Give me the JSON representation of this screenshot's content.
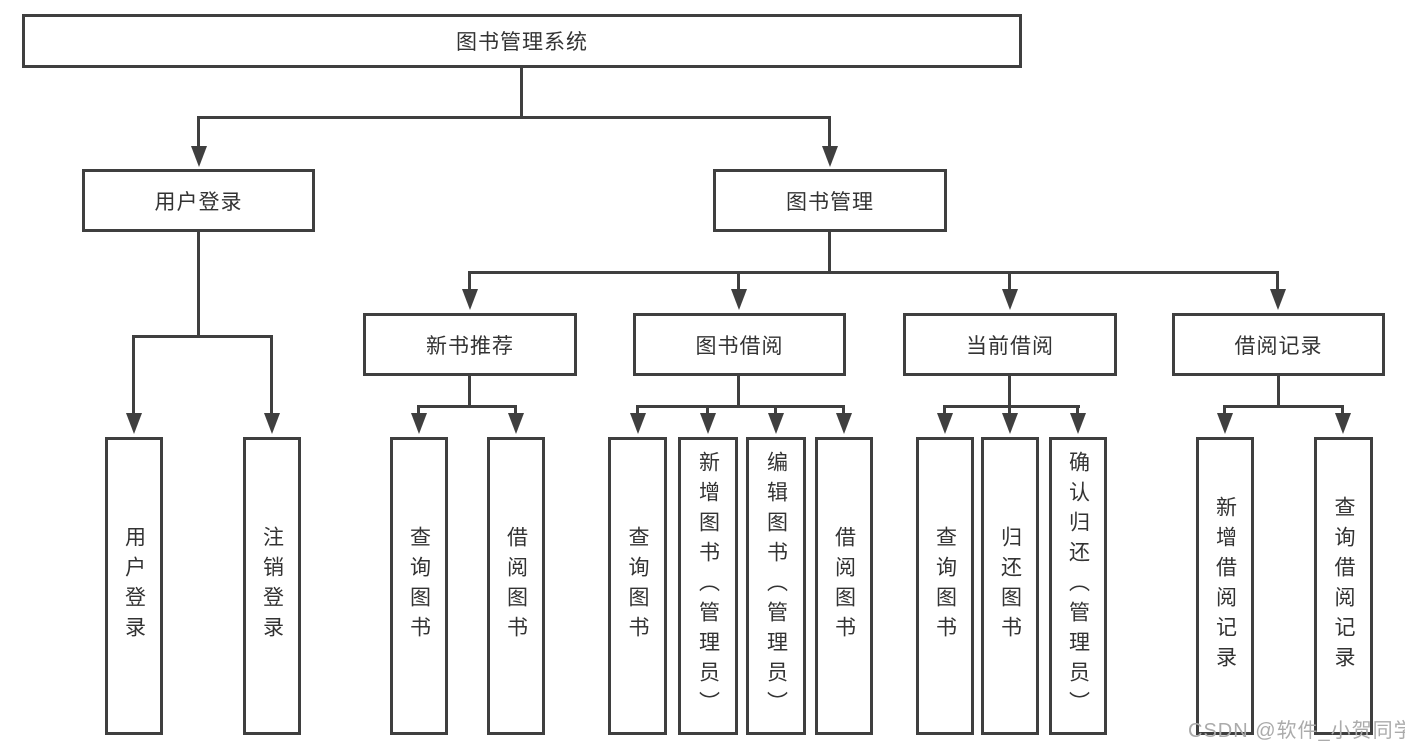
{
  "nodes": {
    "root": "图书管理系统",
    "user_login": "用户登录",
    "book_management": "图书管理",
    "new_book_recommend": "新书推荐",
    "book_borrowing": "图书借阅",
    "current_borrowing": "当前借阅",
    "borrowing_records": "借阅记录"
  },
  "leaves": {
    "login_user_login": "用户登录",
    "login_logout": "注销登录",
    "recommend_query_books": "查询图书",
    "recommend_borrow_books": "借阅图书",
    "borrow_query_books": "查询图书",
    "borrow_add_books_admin": "新增图书（管理员）",
    "borrow_edit_books_admin": "编辑图书（管理员）",
    "borrow_borrow_books": "借阅图书",
    "current_query_books": "查询图书",
    "current_return_books": "归还图书",
    "current_confirm_return_admin": "确认归还（管理员）",
    "records_add_record": "新增借阅记录",
    "records_query_record": "查询借阅记录"
  },
  "watermark": "CSDN @软件_小贺同学",
  "colors": {
    "line": "#3f3f3f",
    "text": "#333333",
    "background": "#ffffff",
    "watermark": "#ababab"
  }
}
